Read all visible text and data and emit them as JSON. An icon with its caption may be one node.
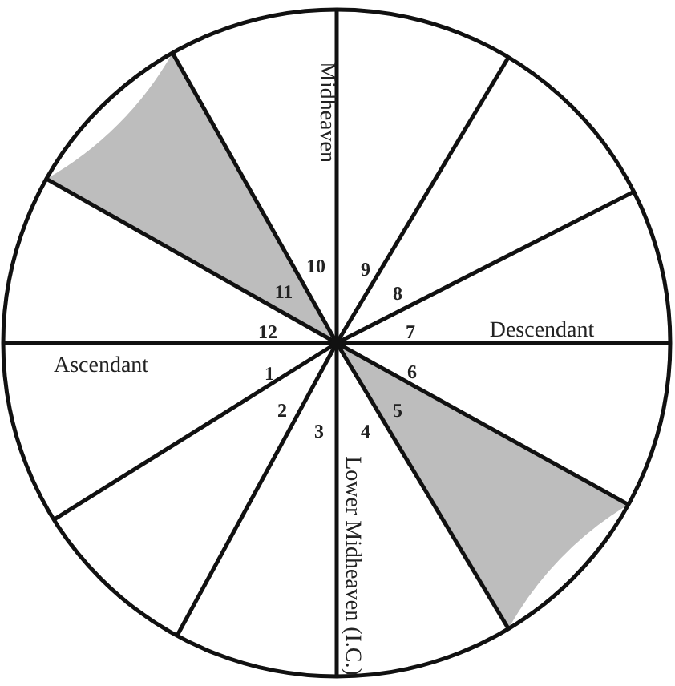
{
  "diagram": {
    "labels": [
      "Midheaven",
      "10",
      "9",
      "11",
      "8",
      "12",
      "7",
      "Descendant",
      "Ascendant",
      "1",
      "6",
      "2",
      "5",
      "3",
      "4",
      "Lower Midheaven (I.C.)"
    ]
  }
}
